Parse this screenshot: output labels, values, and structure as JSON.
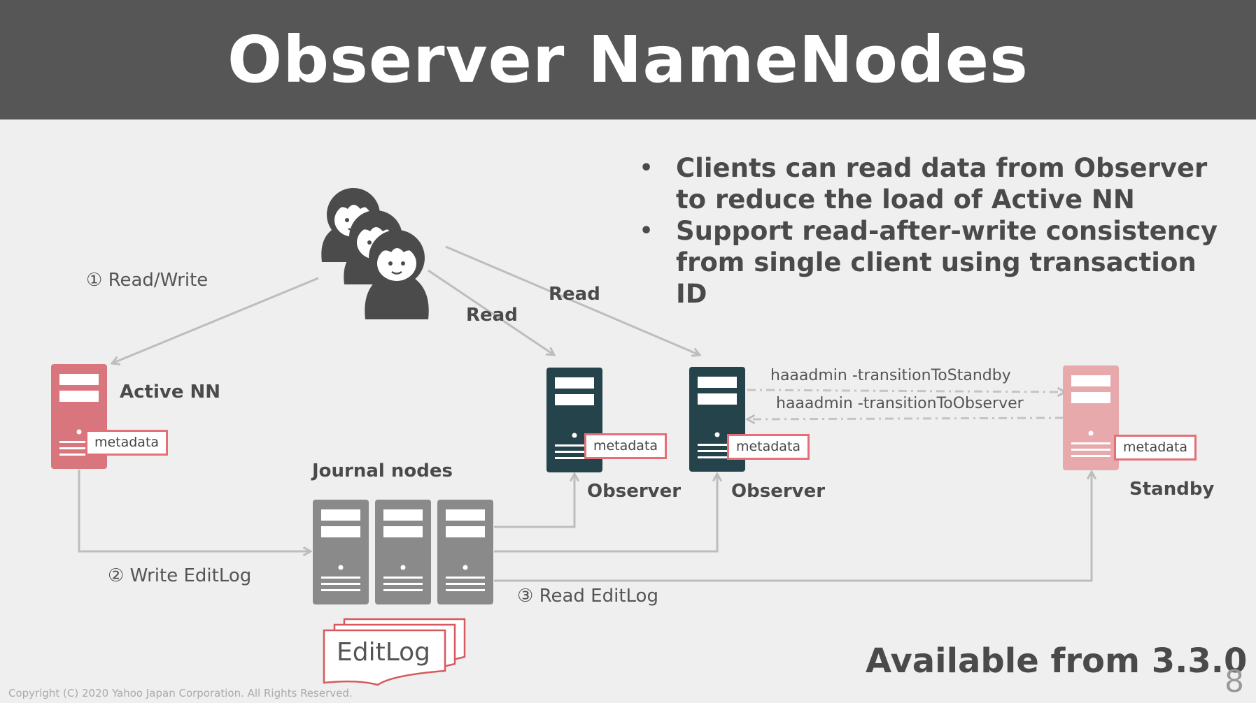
{
  "title": "Observer NameNodes",
  "bullets": [
    "Clients can read data from Observer to reduce the load of Active NN",
    "Support read-after-write consistency from single client using transaction ID"
  ],
  "labels": {
    "read_write": "① Read/Write",
    "read_1": "Read",
    "read_2": "Read",
    "active_nn": "Active NN",
    "journal_nodes": "Journal nodes",
    "observer_1": "Observer",
    "observer_2": "Observer",
    "standby": "Standby",
    "write_editlog": "② Write EditLog",
    "read_editlog": "③ Read EditLog",
    "cmd_to_standby": "haaadmin -transitionToStandby",
    "cmd_to_observer": "haaadmin -transitionToObserver",
    "metadata": "metadata",
    "editlog": "EditLog"
  },
  "footer": {
    "available": "Available from 3.3.0",
    "page_number": "8",
    "copyright": "Copyright (C) 2020 Yahoo Japan Corporation. All Rights Reserved."
  },
  "colors": {
    "header_bg": "#565656",
    "active_server": "#d9767d",
    "standby_server": "#e8a9ad",
    "observer_server": "#25434b",
    "journal_server": "#8a8a8a",
    "metadata_border": "#e46f78",
    "arrow": "#bdbdbd"
  },
  "icons": [
    "users-group-icon",
    "server-icon"
  ]
}
